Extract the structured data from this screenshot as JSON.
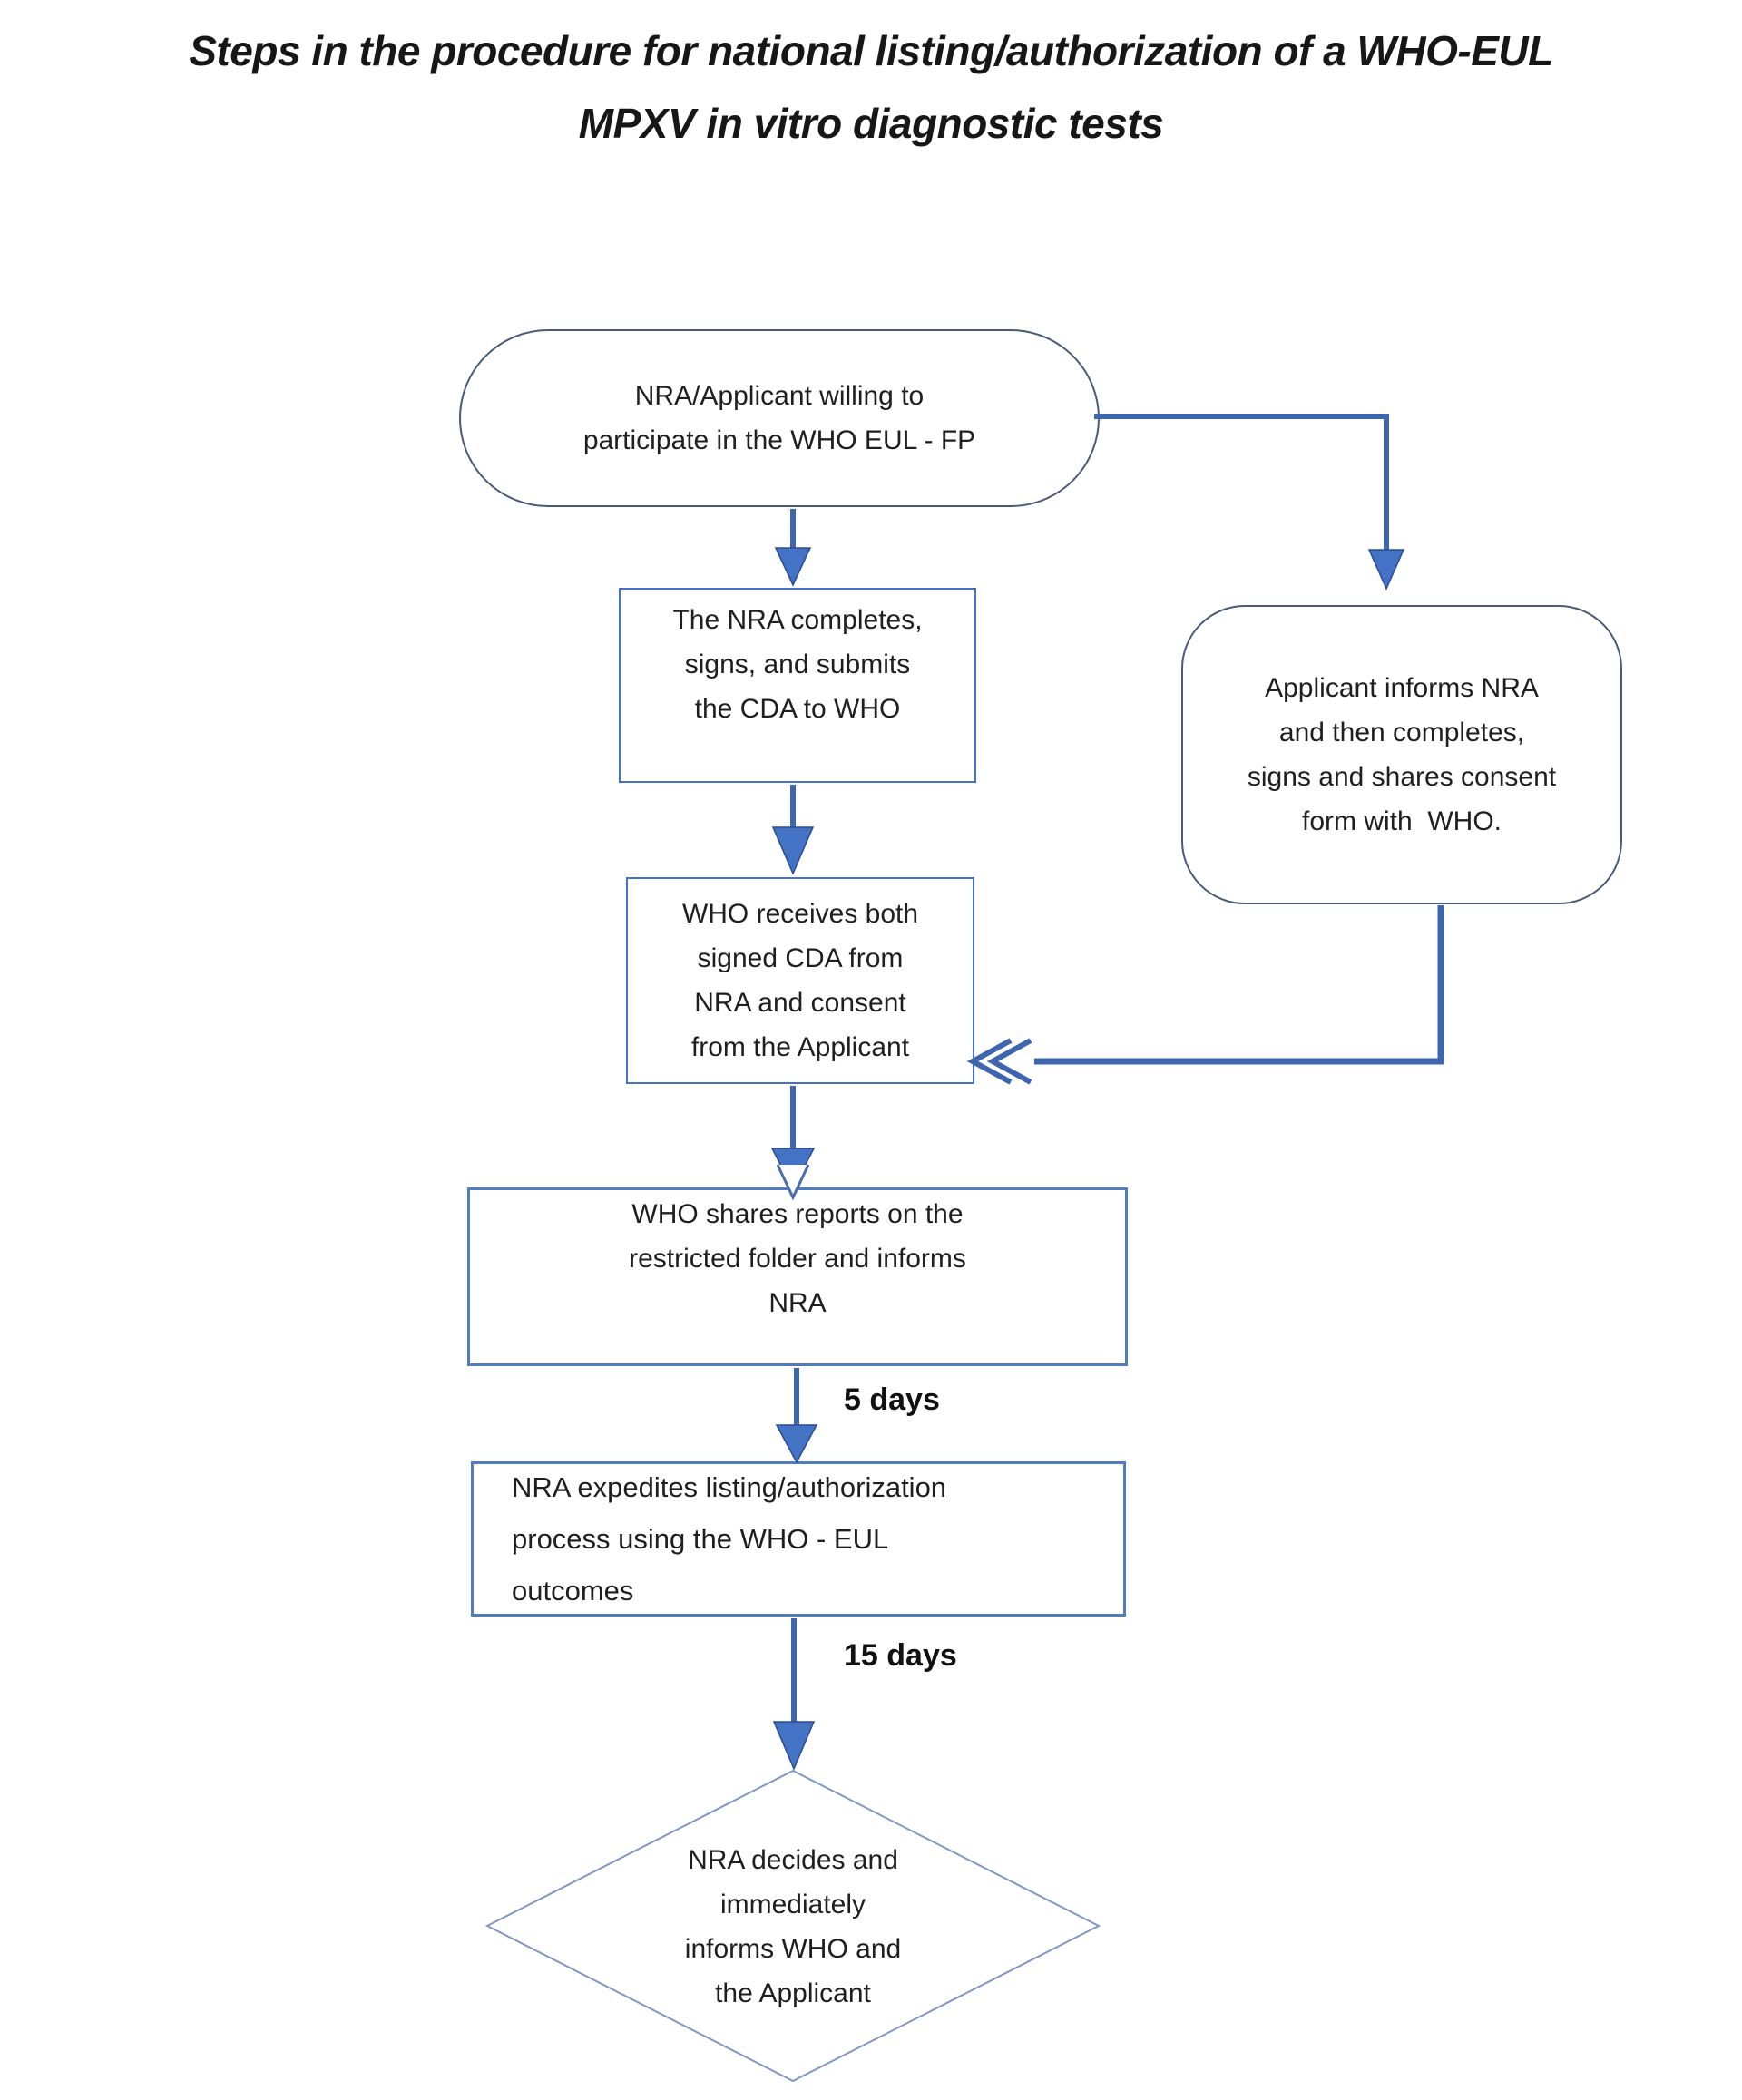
{
  "title": {
    "text": "Steps in the procedure for national listing/authorization of a WHO-EUL\nMPXV in vitro diagnostic tests"
  },
  "flowchart": {
    "nodes": {
      "start": {
        "shape": "stadium",
        "text": "NRA/Applicant willing to\nparticipate in the WHO EUL - FP"
      },
      "nra_cda": {
        "shape": "rectangle",
        "text": "The NRA completes,\nsigns, and submits\nthe CDA to WHO"
      },
      "applicant_consent": {
        "shape": "rounded-rectangle",
        "text": "Applicant informs NRA\nand then completes,\nsigns and shares consent\nform with  WHO."
      },
      "who_receives": {
        "shape": "rectangle",
        "text": "WHO receives both\nsigned CDA from\nNRA and consent\nfrom the Applicant"
      },
      "who_shares": {
        "shape": "rectangle",
        "text": "WHO shares reports on the\nrestricted folder and informs\nNRA"
      },
      "nra_expedites": {
        "shape": "rectangle",
        "text": "NRA expedites listing/authorization\nprocess using the WHO - EUL\noutcomes"
      },
      "nra_decides": {
        "shape": "diamond",
        "text": "NRA decides and\nimmediately\ninforms WHO and\nthe Applicant"
      }
    },
    "edge_labels": {
      "who_shares_to_nra_expedites": "5 days",
      "nra_expedites_to_nra_decides": "15 days"
    },
    "colors": {
      "rectangle_border": "#4472C4",
      "thick_rectangle_border": "#4F7DC0",
      "terminator_border": "#4A5A7D",
      "diamond_border": "#7F97C6",
      "arrow_shaft": "#3E66AE",
      "arrow_head_fill": "#4472C4",
      "arrow_head_stroke": "#2B4D92",
      "text": "#1F1F1F"
    }
  }
}
